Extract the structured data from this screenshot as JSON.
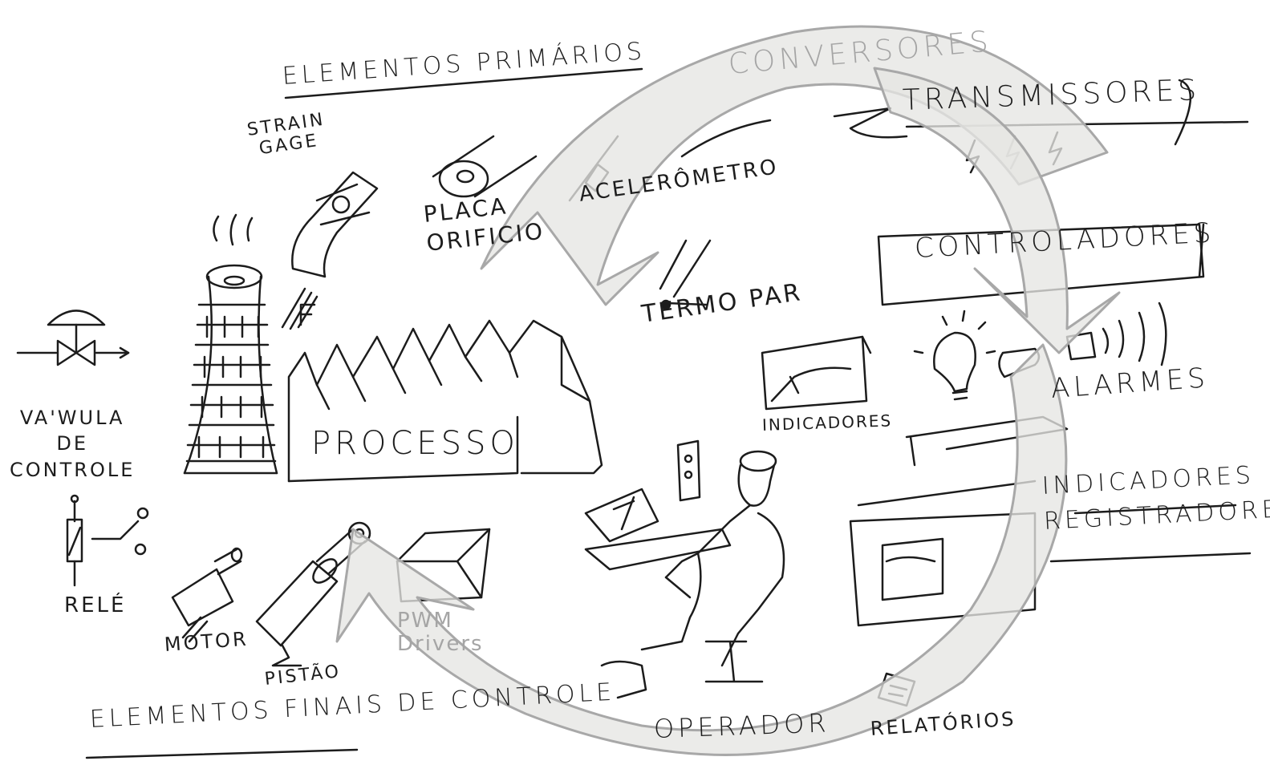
{
  "diagram": {
    "labels": {
      "elementos_primarios": "ELEMENTOS PRIMÁRIOS",
      "conversores": "CONVERSORES",
      "transmissores": "TRANSMISSORES",
      "strain_gage": "STRAIN\nGAGE",
      "placa_orificio": "PLACA\nORIFICIO",
      "acelerometro": "ACELERÔMETRO",
      "termo_par": "TERMO PAR",
      "controladores": "CONTROLADORES",
      "valvula_de_controle": "VA'WULA\nDE\nCONTROLE",
      "processo": "PROCESSO",
      "indicadores_panel": "INDICADORES",
      "alarmes": "ALARMES",
      "indicadores_registradores": "INDICADORES\nREGISTRADORES",
      "rele": "RELÉ",
      "motor": "MOTOR",
      "pistao": "PISTÃO",
      "pwm_drivers": "PWM\nDrivers",
      "elementos_finais": "ELEMENTOS FINAIS DE CONTROLE",
      "operador": "OPERADOR",
      "relatorios": "RELATÓRIOS"
    },
    "colors": {
      "ink": "#1c1c1c",
      "arrow_fill": "#e6e6e3",
      "arrow_stroke": "#a8a8a8"
    }
  }
}
